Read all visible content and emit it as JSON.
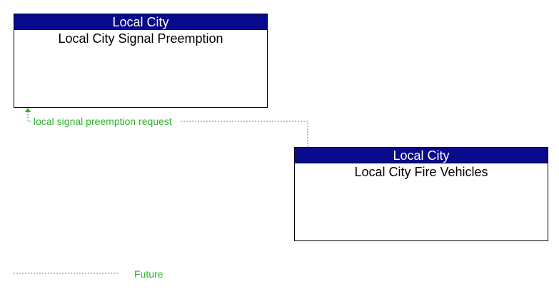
{
  "colors": {
    "header_bg": "#0a0a8c",
    "future_flow": "#2db32d"
  },
  "elements": [
    {
      "owner": "Local City",
      "name": "Local City Signal Preemption"
    },
    {
      "owner": "Local City",
      "name": "Local City Fire Vehicles"
    }
  ],
  "flows": [
    {
      "label": "local signal preemption request",
      "from": "Local City Fire Vehicles",
      "to": "Local City Signal Preemption",
      "status": "Future"
    }
  ],
  "legend": {
    "future_label": "Future"
  }
}
